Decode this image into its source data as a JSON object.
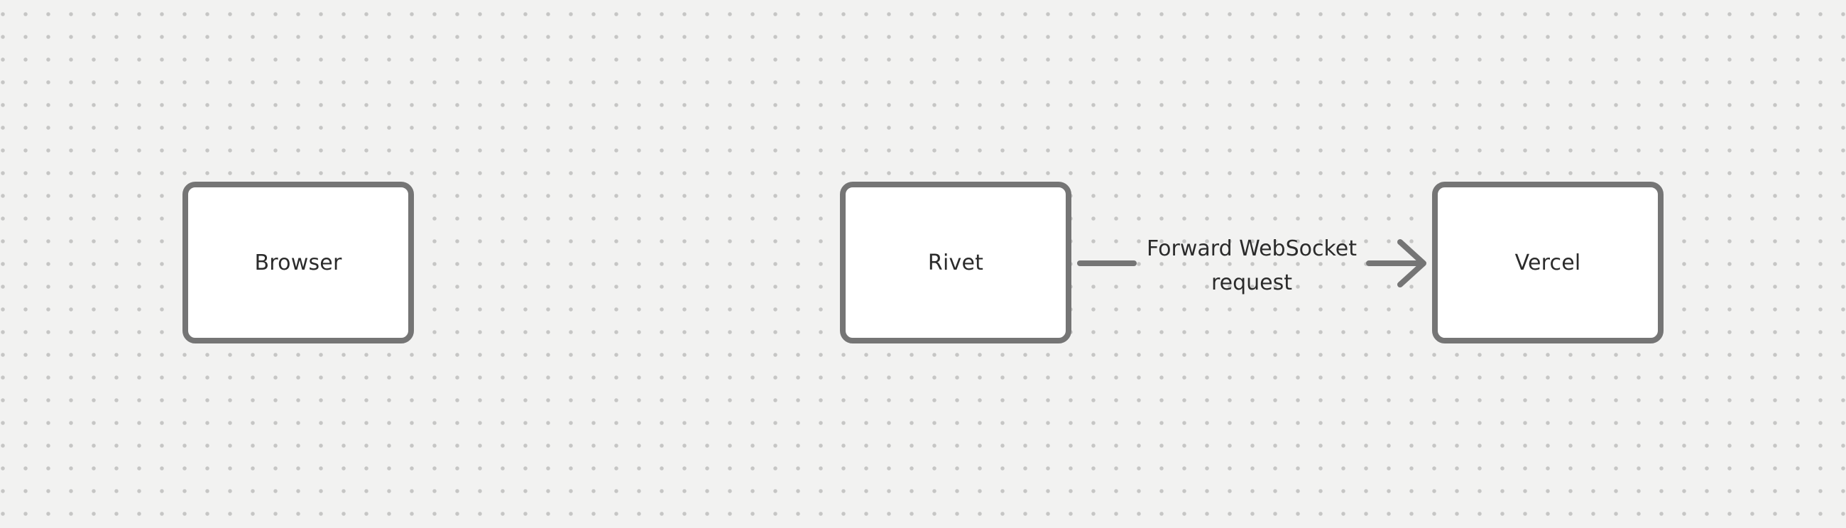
{
  "canvas": {
    "background_color": "#f2f2f1",
    "dot_grid_color": "#c6c6c5",
    "stroke_color": "#757575",
    "text_color": "#2b2b2b",
    "nodes": [
      {
        "id": "browser",
        "label": "Browser"
      },
      {
        "id": "rivet",
        "label": "Rivet"
      },
      {
        "id": "vercel",
        "label": "Vercel"
      }
    ],
    "edges": [
      {
        "from": "rivet",
        "to": "vercel",
        "label": "Forward WebSocket request",
        "label_lines": [
          "Forward WebSocket",
          "request"
        ]
      }
    ]
  }
}
